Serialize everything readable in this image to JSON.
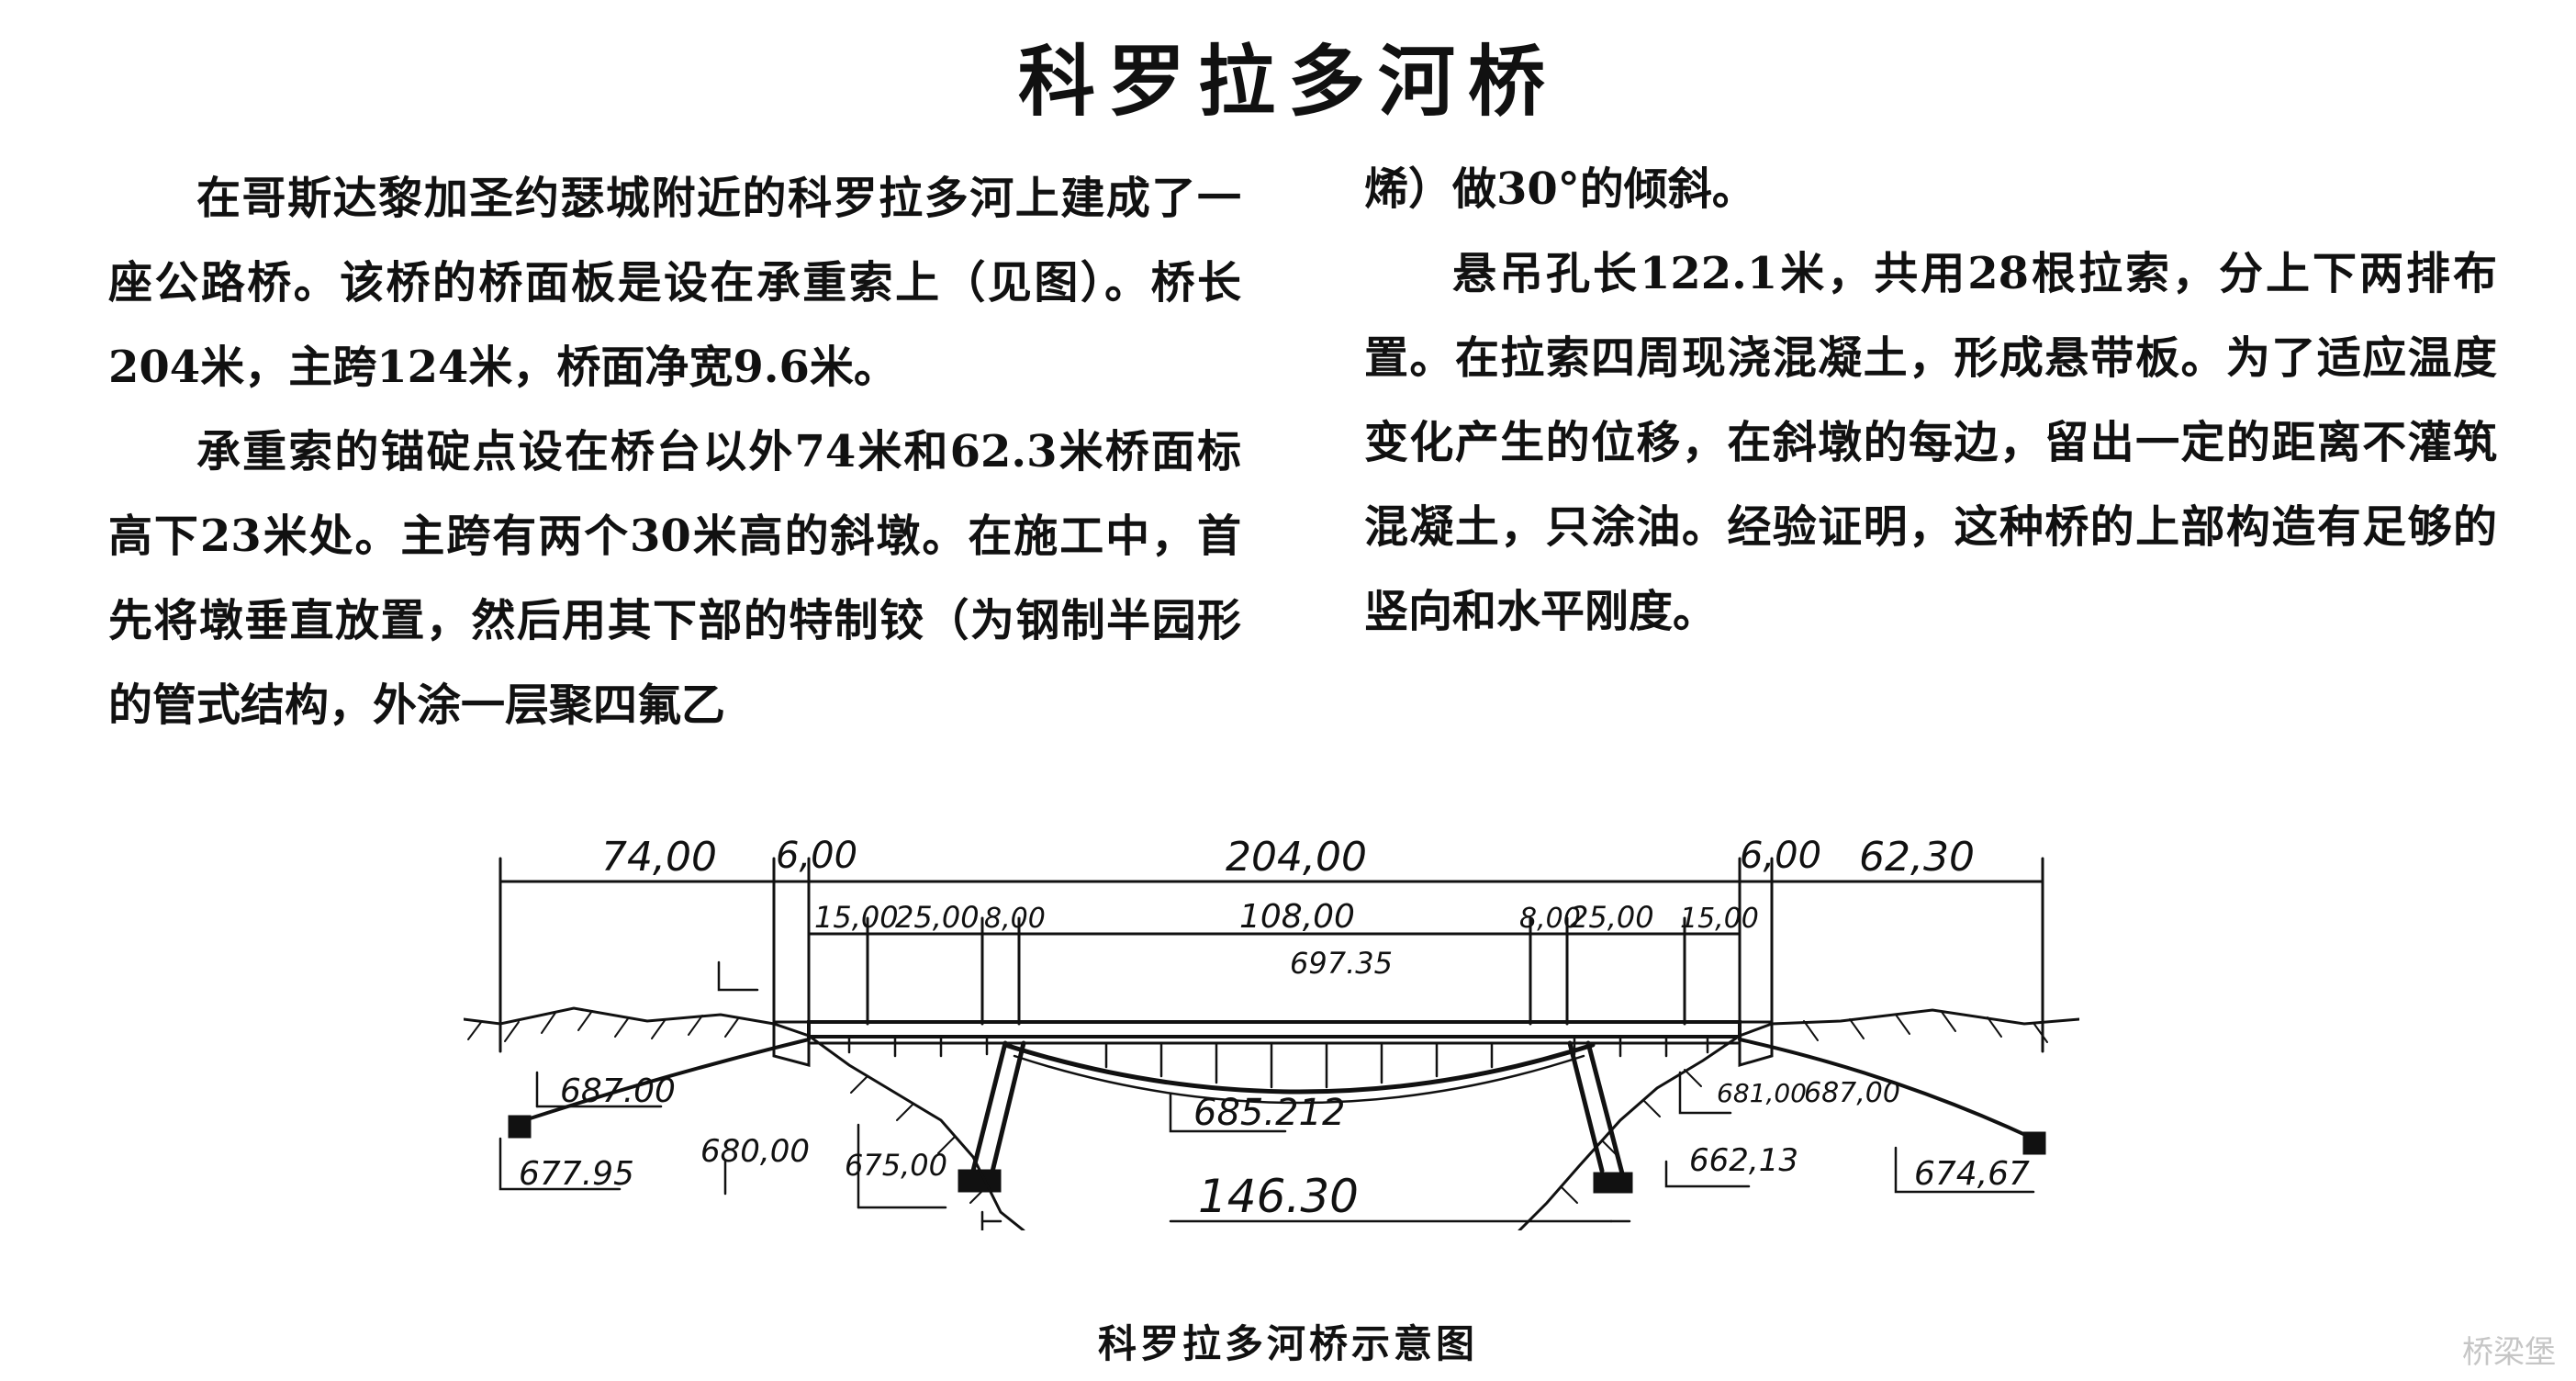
{
  "header_fragment": "· · · · · · · · · · · · · ·",
  "title": "科罗拉多河桥",
  "paragraphs_left": [
    "在哥斯达黎加圣约瑟城附近的科罗拉多河上建成了一座公路桥。该桥的桥面板是设在承重索上（见图）。桥长204米，主跨124米，桥面净宽9.6米。",
    "承重索的锚碇点设在桥台以外74米和62.3米桥面标高下23米处。主跨有两个30米高的斜墩。在施工中，首先将墩垂直放置，然后用其下部的特制铰（为钢制半园形的管式结构，外涂一层聚四氟乙"
  ],
  "paragraphs_right": [
    "烯）做30°的倾斜。",
    "悬吊孔长122.1米，共用28根拉索，分上下两排布置。在拉索四周现浇混凝土，形成悬带板。为了适应温度变化产生的位移，在斜墩的每边，留出一定的距离不灌筑混凝土，只涂油。经验证明，这种桥的上部构造有足够的竖向和水平刚度。"
  ],
  "figure": {
    "dims_top": {
      "left_anchor": "74,00",
      "left_abut": "6,00",
      "total": "204,00",
      "right_abut": "6,00",
      "right_anchor": "62,30"
    },
    "dims_sub": {
      "s1": "15,00",
      "s2": "25,00",
      "s3": "8,00",
      "main": "108,00",
      "s4": "8,00",
      "s5": "25,00",
      "s6": "15,00"
    },
    "elevations": {
      "deck": "697.35",
      "left_ground": "687.00",
      "left_anchor": "677.95",
      "left_pier_base": "680,00",
      "left_footing": "675,00",
      "sag": "685.212",
      "right_pier_base": "681,00",
      "right_ground": "687,00",
      "right_footing": "662,13",
      "right_anchor": "674,67"
    },
    "span": "146.30"
  },
  "caption": "科罗拉多河桥示意图",
  "watermark": "桥梁堡",
  "colors": {
    "ink": "#111111",
    "paper": "#ffffff",
    "watermark": "#c6c6c6"
  }
}
